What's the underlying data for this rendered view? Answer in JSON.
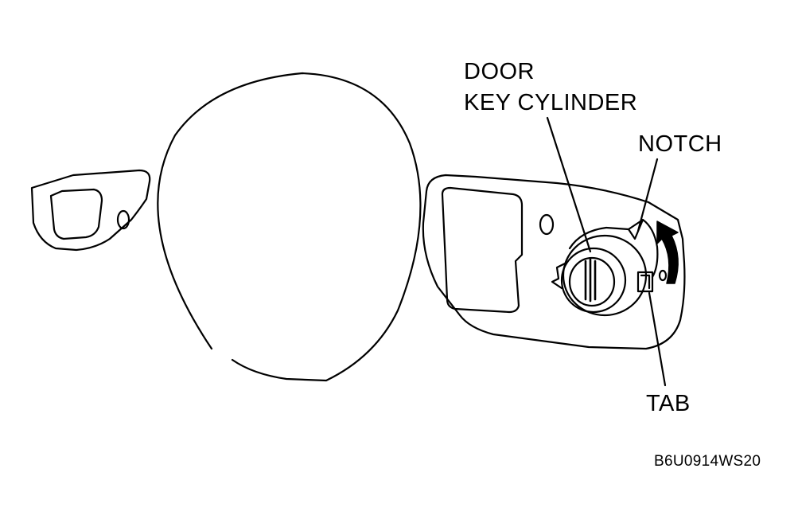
{
  "labels": {
    "door_line1": "DOOR",
    "door_line2": "KEY CYLINDER",
    "notch": "NOTCH",
    "tab": "TAB",
    "figure_code": "B6U0914WS20"
  }
}
